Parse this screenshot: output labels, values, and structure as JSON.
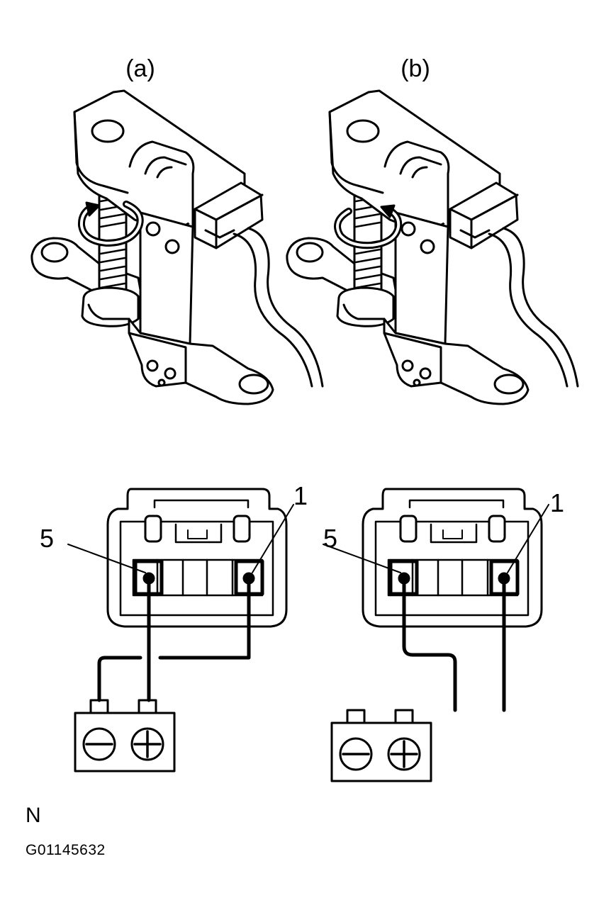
{
  "panels": [
    {
      "label": "(a)",
      "pin_left": "5",
      "pin_right": "1"
    },
    {
      "label": "(b)",
      "pin_left": "5",
      "pin_right": "1"
    }
  ],
  "footer": {
    "note": "N",
    "figure_id": "G01145632"
  },
  "icons": [
    "clockwise-rotation-arrow-icon",
    "counterclockwise-rotation-arrow-icon",
    "battery-icon"
  ],
  "colors": {
    "line": "#000000",
    "background": "#ffffff"
  }
}
